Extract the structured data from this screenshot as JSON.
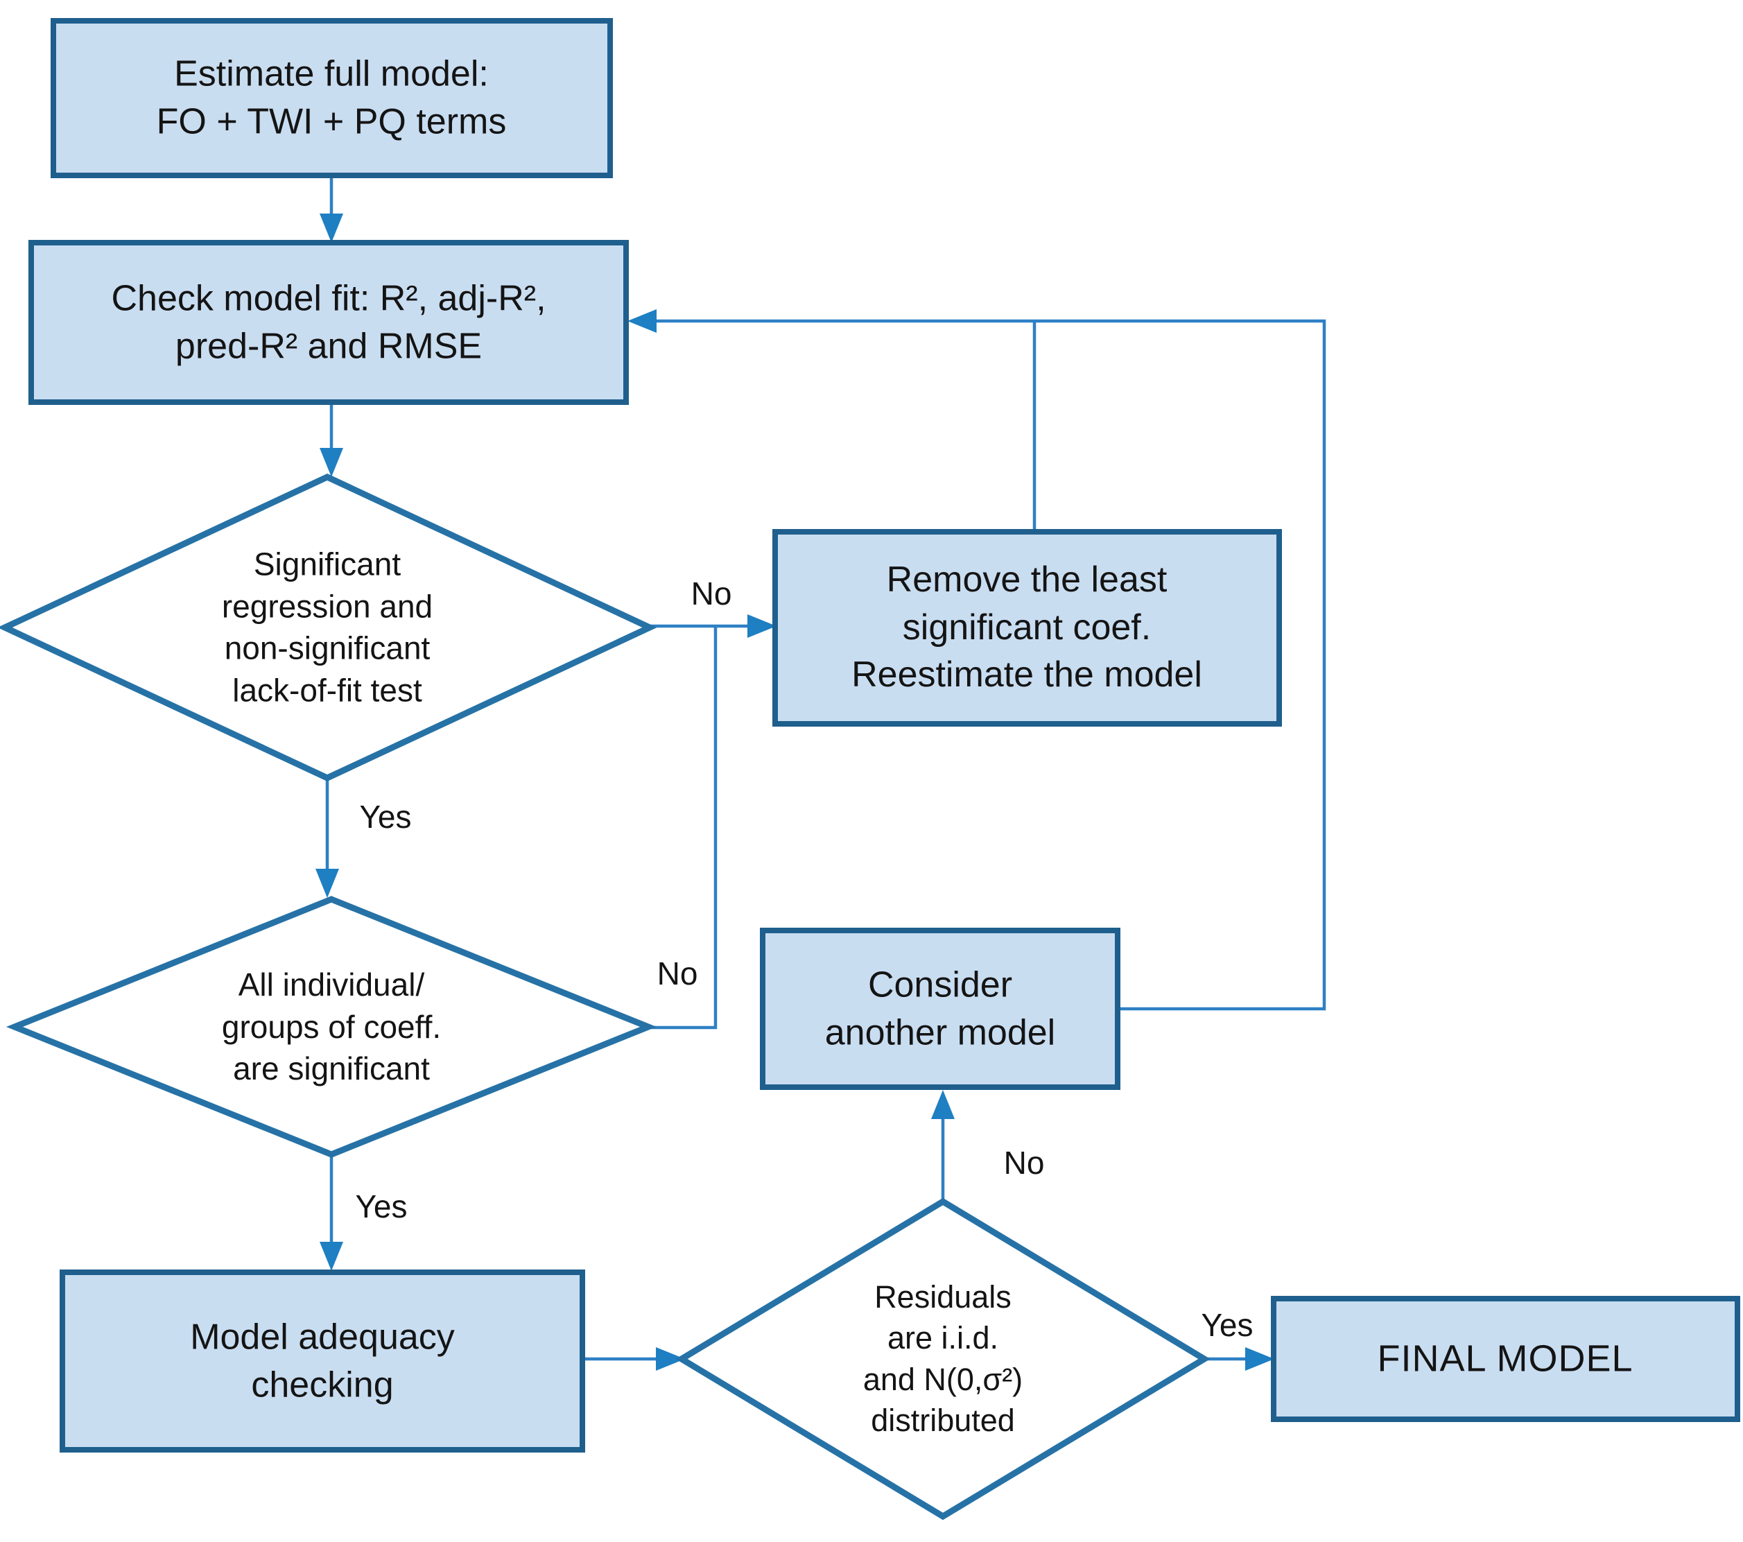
{
  "title": "Response surface model selection flowchart",
  "theme": {
    "background": "#ffffff",
    "node_fill": "#c9ddf1",
    "box_border": "#1f5f8d",
    "diamond_border": "#2672a6",
    "diamond_fill": "#ffffff",
    "connector": "#2e80c4",
    "arrowhead": "#1e7fc2",
    "text": "#141414"
  },
  "nodes": {
    "estimate": {
      "label": "Estimate full model:\nFO + TWI + PQ terms"
    },
    "check_fit": {
      "label": "Check model fit: R², adj-R²,\npred-R² and RMSE"
    },
    "significance": {
      "label": "Significant\nregression and\nnon-significant\nlack-of-fit test"
    },
    "remove": {
      "label": "Remove the least\nsignificant coef.\nReestimate the model"
    },
    "coeff": {
      "label": "All individual/\ngroups of coeff.\nare significant"
    },
    "consider": {
      "label": "Consider\nanother model"
    },
    "adequacy": {
      "label": "Model adequacy\nchecking"
    },
    "residuals": {
      "label": "Residuals\nare i.i.d.\nand N(0,σ²)\ndistributed"
    },
    "final": {
      "label": "FINAL MODEL"
    }
  },
  "edge_labels": {
    "significance_no": "No",
    "significance_yes": "Yes",
    "coeff_no": "No",
    "coeff_yes": "Yes",
    "residuals_no": "No",
    "residuals_yes": "Yes"
  }
}
